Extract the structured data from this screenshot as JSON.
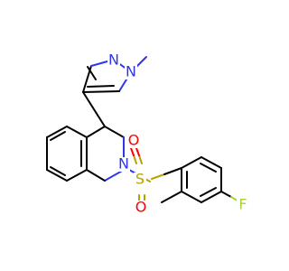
{
  "molecule": {
    "atoms": {
      "n_pyrazole_2": {
        "label": "N",
        "color": "#2f35ee"
      },
      "n_pyrazole_1": {
        "label": "N",
        "color": "#2f35ee"
      },
      "n_ring": {
        "label": "N",
        "color": "#2f35ee"
      },
      "s_sulfonyl": {
        "label": "S",
        "color": "#b9a100"
      },
      "o_top": {
        "label": "O",
        "color": "#ff0000"
      },
      "o_bottom": {
        "label": "O",
        "color": "#ff0000"
      },
      "f_aryl": {
        "label": "F",
        "color": "#a8d238"
      }
    }
  }
}
